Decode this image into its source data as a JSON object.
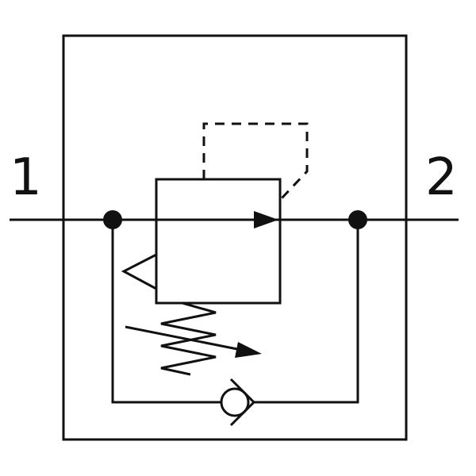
{
  "ports": {
    "inlet_label": "1",
    "outlet_label": "2"
  },
  "colors": {
    "stroke": "#111111",
    "background": "#ffffff"
  },
  "symbol_parts": [
    "housing-frame",
    "main-flow-line",
    "inlet-junction",
    "outlet-junction",
    "valve-body",
    "flow-arrow",
    "pilot-line",
    "drain-triangle",
    "adjustable-spring",
    "bypass-line",
    "check-valve"
  ]
}
